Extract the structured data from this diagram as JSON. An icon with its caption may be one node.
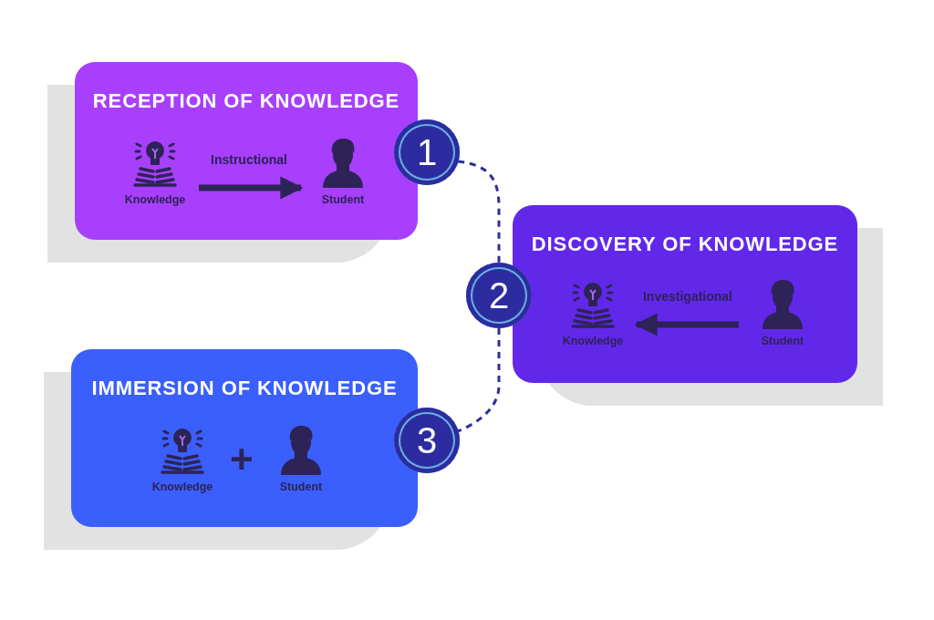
{
  "diagram": {
    "nodes": [
      {
        "text": [
          "RECEPTION OF KNOWLEDGE"
        ]
      },
      {
        "text": [
          "Knowledge"
        ],
        "in": 0
      },
      {
        "text": [
          "Student"
        ],
        "in": 0
      },
      {
        "text": [
          "1"
        ]
      },
      {
        "text": [
          "DISCOVERY OF KNOWLEDGE"
        ]
      },
      {
        "text": [
          "Knowledge"
        ],
        "in": 4
      },
      {
        "text": [
          "Student"
        ],
        "in": 4
      },
      {
        "text": [
          "2"
        ]
      },
      {
        "text": [
          "IMMERSION OF KNOWLEDGE"
        ]
      },
      {
        "text": [
          "Knowledge"
        ],
        "in": 8
      },
      {
        "text": [
          "Student"
        ],
        "in": 8
      },
      {
        "text": [
          "3"
        ]
      }
    ],
    "edges": [
      {
        "from": 1,
        "to": 2,
        "arrow": "to",
        "label": "Instructional",
        "style": "thick"
      },
      {
        "from": 6,
        "to": 5,
        "arrow": "to",
        "label": "Investigational",
        "style": "thick"
      },
      {
        "from": 3,
        "to": 7,
        "arrow": "none",
        "style": "dashed",
        "color": "#2e2e9a"
      },
      {
        "from": 7,
        "to": 11,
        "arrow": "none",
        "style": "dashed",
        "color": "#2e2e9a"
      }
    ],
    "labels": [
      "+"
    ]
  }
}
